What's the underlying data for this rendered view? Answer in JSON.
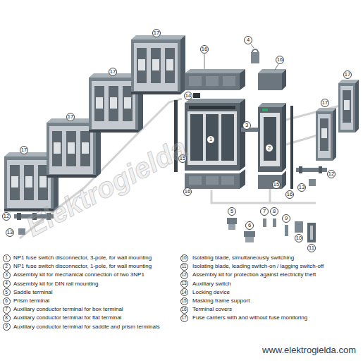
{
  "diagram": {
    "labels": [
      "17",
      "4",
      "16",
      "16",
      "17",
      "17",
      "14",
      "17",
      "17",
      "3",
      "1",
      "2",
      "17",
      "15",
      "12",
      "15",
      "13",
      "16",
      "16",
      "5",
      "7",
      "8",
      "12",
      "9",
      "6",
      "13",
      "10",
      "11",
      "1",
      "NP1 fuse switch disconnector, 3-pole, for wall mounting",
      "2",
      "NP1 fuse switch disconnector, 1-pole, for wall mounting",
      "3",
      "Assembly kit for mechanical connection of two 3NP1",
      "4",
      "Assembly kit for DIN rail mounting",
      "5",
      "Saddle terminal",
      "6",
      "Prism terminal",
      "7",
      "Auxiliary conductor terminal for box terminal",
      "8",
      "Auxiliary conductor terminal for flat terminal",
      "9",
      "Auxiliary conductor terminal for saddle and prism terminals",
      "10",
      "Isolating blade, simultaneously switching",
      "11",
      "Isolating blade, leading switch-on / lagging switch-off",
      "12",
      "Assembly kit for protection against electricity theft",
      "13",
      "Auxiliary switch",
      "14",
      "Locking device",
      "15",
      "Masking frame support",
      "16",
      "Terminal covers",
      "17",
      "Fuse carriers with and without fuse monitoring",
      "Elektrogielda",
      "www.elektrogielda.com"
    ]
  }
}
